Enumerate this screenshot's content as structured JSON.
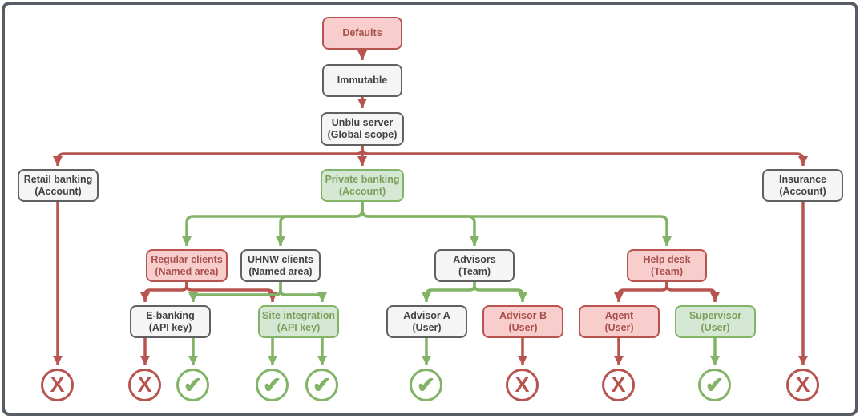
{
  "colors": {
    "red-stroke": "#b85450",
    "red-fill": "#f8cecc",
    "red-text": "#a9504b",
    "green-stroke": "#82b366",
    "green-fill": "#d5e8d4",
    "green-text": "#7c9f5c",
    "gray-stroke": "#606060",
    "gray-fill": "#f5f5f5",
    "gray-text": "#424242",
    "frame": "#585c64",
    "background": "#ffffff"
  },
  "nodes": {
    "defaults": {
      "line1": "Defaults",
      "line2": "",
      "style": "red"
    },
    "immutable": {
      "line1": "Immutable",
      "line2": "",
      "style": "gray"
    },
    "unblu_server": {
      "line1": "Unblu server",
      "line2": "(Global scope)",
      "style": "gray"
    },
    "retail_banking": {
      "line1": "Retail banking",
      "line2": "(Account)",
      "style": "gray"
    },
    "private_banking": {
      "line1": "Private banking",
      "line2": "(Account)",
      "style": "green"
    },
    "insurance": {
      "line1": "Insurance",
      "line2": "(Account)",
      "style": "gray"
    },
    "regular_clients": {
      "line1": "Regular clients",
      "line2": "(Named area)",
      "style": "red"
    },
    "uhnw_clients": {
      "line1": "UHNW clients",
      "line2": "(Named area)",
      "style": "gray"
    },
    "advisors": {
      "line1": "Advisors",
      "line2": "(Team)",
      "style": "gray"
    },
    "help_desk": {
      "line1": "Help desk",
      "line2": "(Team)",
      "style": "red"
    },
    "e_banking": {
      "line1": "E-banking",
      "line2": "(API key)",
      "style": "gray"
    },
    "site_integration": {
      "line1": "Site integration",
      "line2": "(API key)",
      "style": "green"
    },
    "advisor_a": {
      "line1": "Advisor A",
      "line2": "(User)",
      "style": "gray"
    },
    "advisor_b": {
      "line1": "Advisor B",
      "line2": "(User)",
      "style": "red"
    },
    "agent": {
      "line1": "Agent",
      "line2": "(User)",
      "style": "red"
    },
    "supervisor": {
      "line1": "Supervisor",
      "line2": "(User)",
      "style": "green"
    }
  },
  "outcomes": {
    "list": [
      {
        "under": "retail_banking",
        "result": "denied",
        "glyph": "X"
      },
      {
        "under": "e_banking-left",
        "result": "denied",
        "glyph": "X"
      },
      {
        "under": "e_banking-right",
        "result": "allowed",
        "glyph": "✔"
      },
      {
        "under": "site_integration-left",
        "result": "allowed",
        "glyph": "✔"
      },
      {
        "under": "site_integration-right",
        "result": "allowed",
        "glyph": "✔"
      },
      {
        "under": "advisor_a",
        "result": "allowed",
        "glyph": "✔"
      },
      {
        "under": "advisor_b",
        "result": "denied",
        "glyph": "X"
      },
      {
        "under": "agent",
        "result": "denied",
        "glyph": "X"
      },
      {
        "under": "supervisor",
        "result": "allowed",
        "glyph": "✔"
      },
      {
        "under": "insurance",
        "result": "denied",
        "glyph": "X"
      }
    ]
  },
  "edges": [
    {
      "from": "defaults",
      "to": "immutable",
      "color": "red"
    },
    {
      "from": "immutable",
      "to": "unblu_server",
      "color": "red"
    },
    {
      "from": "unblu_server",
      "to": "retail_banking",
      "color": "red"
    },
    {
      "from": "unblu_server",
      "to": "private_banking",
      "color": "red"
    },
    {
      "from": "unblu_server",
      "to": "insurance",
      "color": "red"
    },
    {
      "from": "private_banking",
      "to": "regular_clients",
      "color": "green"
    },
    {
      "from": "private_banking",
      "to": "uhnw_clients",
      "color": "green"
    },
    {
      "from": "private_banking",
      "to": "advisors",
      "color": "green"
    },
    {
      "from": "private_banking",
      "to": "help_desk",
      "color": "green"
    },
    {
      "from": "regular_clients",
      "to": "e_banking",
      "color": "red"
    },
    {
      "from": "regular_clients",
      "to": "site_integration",
      "color": "red"
    },
    {
      "from": "uhnw_clients",
      "to": "e_banking",
      "color": "green"
    },
    {
      "from": "uhnw_clients",
      "to": "site_integration",
      "color": "green"
    },
    {
      "from": "advisors",
      "to": "advisor_a",
      "color": "green"
    },
    {
      "from": "advisors",
      "to": "advisor_b",
      "color": "green"
    },
    {
      "from": "help_desk",
      "to": "agent",
      "color": "red"
    },
    {
      "from": "help_desk",
      "to": "supervisor",
      "color": "red"
    },
    {
      "from": "retail_banking",
      "to": "outcome-1",
      "color": "red"
    },
    {
      "from": "e_banking",
      "to": "outcome-2",
      "color": "red"
    },
    {
      "from": "e_banking",
      "to": "outcome-3",
      "color": "green"
    },
    {
      "from": "site_integration",
      "to": "outcome-4",
      "color": "green"
    },
    {
      "from": "site_integration",
      "to": "outcome-5",
      "color": "green"
    },
    {
      "from": "advisor_a",
      "to": "outcome-6",
      "color": "green"
    },
    {
      "from": "advisor_b",
      "to": "outcome-7",
      "color": "red"
    },
    {
      "from": "agent",
      "to": "outcome-8",
      "color": "red"
    },
    {
      "from": "supervisor",
      "to": "outcome-9",
      "color": "green"
    },
    {
      "from": "insurance",
      "to": "outcome-10",
      "color": "red"
    }
  ]
}
